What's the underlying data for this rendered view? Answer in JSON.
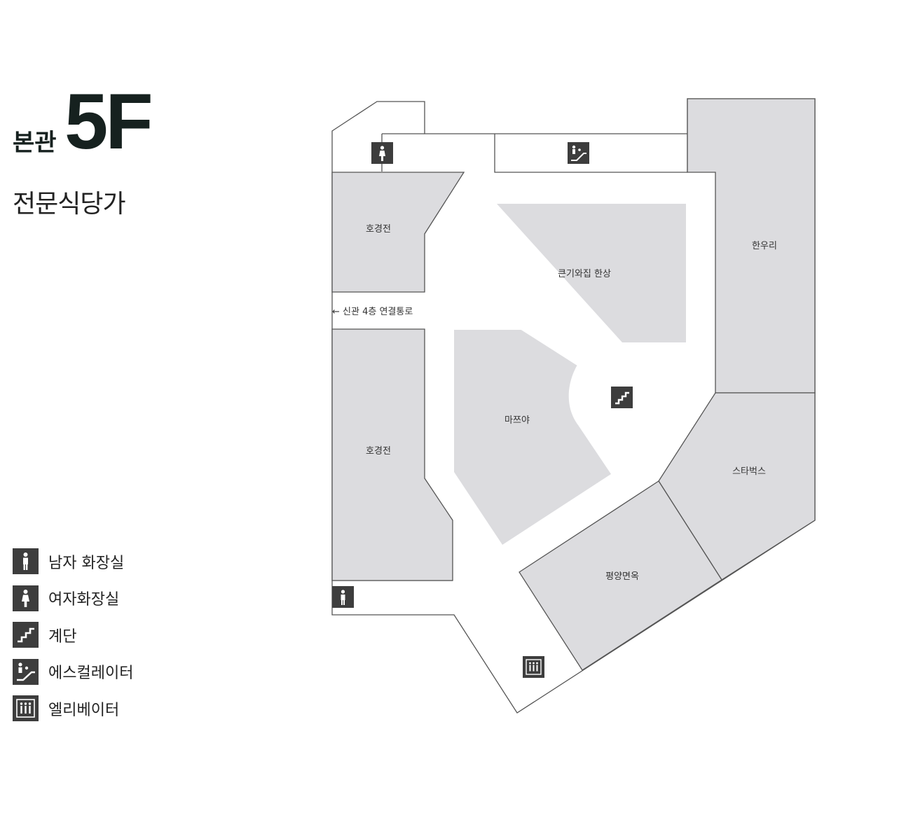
{
  "header": {
    "building": "본관",
    "floor": "5F",
    "subtitle": "전문식당가"
  },
  "legend": [
    {
      "icon": "male-restroom-icon",
      "label": "남자 화장실"
    },
    {
      "icon": "female-restroom-icon",
      "label": "여자화장실"
    },
    {
      "icon": "stairs-icon",
      "label": "계단"
    },
    {
      "icon": "escalator-icon",
      "label": "에스컬레이터"
    },
    {
      "icon": "elevator-icon",
      "label": "엘리베이터"
    }
  ],
  "map": {
    "stores": {
      "hogyeongjeon_top": "호경전",
      "hogyeongjeon_bottom": "호경전",
      "keungiwajip": "큰기와집 한상",
      "hanwoori": "한우리",
      "majjeuya": "마쯔야",
      "starbucks": "스타벅스",
      "pyeongyang": "평양면옥"
    },
    "connection": "← 신관 4층 연결통로"
  },
  "colors": {
    "store_fill": "#dcdcdf",
    "outline": "#555555",
    "icon_bg": "#3d3d3d",
    "title": "#16211f"
  }
}
